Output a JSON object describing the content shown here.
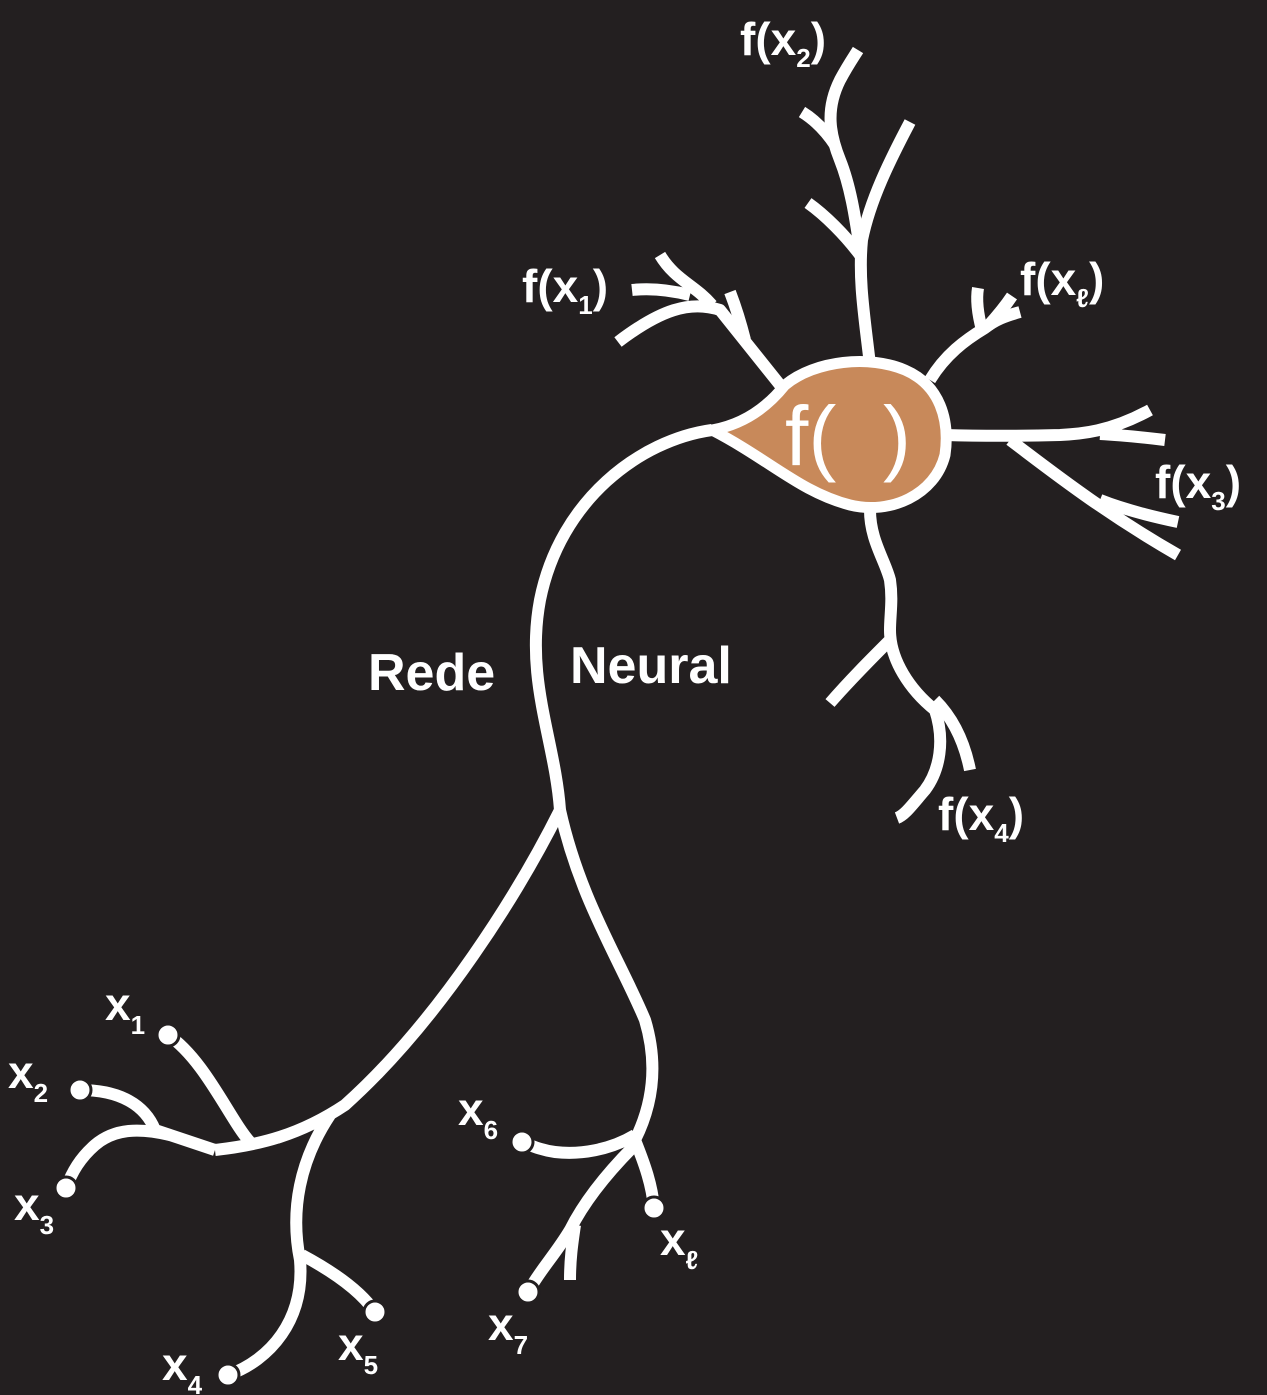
{
  "colors": {
    "background": "#231f20",
    "stroke": "#ffffff",
    "soma_fill": "#c8895a"
  },
  "title": {
    "word1": "Rede",
    "word2": "Neural"
  },
  "soma": {
    "label": "f(  )"
  },
  "inputs": [
    {
      "base": "x",
      "sub": "1"
    },
    {
      "base": "x",
      "sub": "2"
    },
    {
      "base": "x",
      "sub": "3"
    },
    {
      "base": "x",
      "sub": "4"
    },
    {
      "base": "x",
      "sub": "5"
    },
    {
      "base": "x",
      "sub": "6"
    },
    {
      "base": "x",
      "sub": "7"
    },
    {
      "base": "x",
      "sub": "ℓ"
    }
  ],
  "outputs": [
    {
      "base": "f(x",
      "sub": "1",
      "close": ")"
    },
    {
      "base": "f(x",
      "sub": "2",
      "close": ")"
    },
    {
      "base": "f(x",
      "sub": "ℓ",
      "close": ")"
    },
    {
      "base": "f(x",
      "sub": "3",
      "close": ")"
    },
    {
      "base": "f(x",
      "sub": "4",
      "close": ")"
    }
  ]
}
